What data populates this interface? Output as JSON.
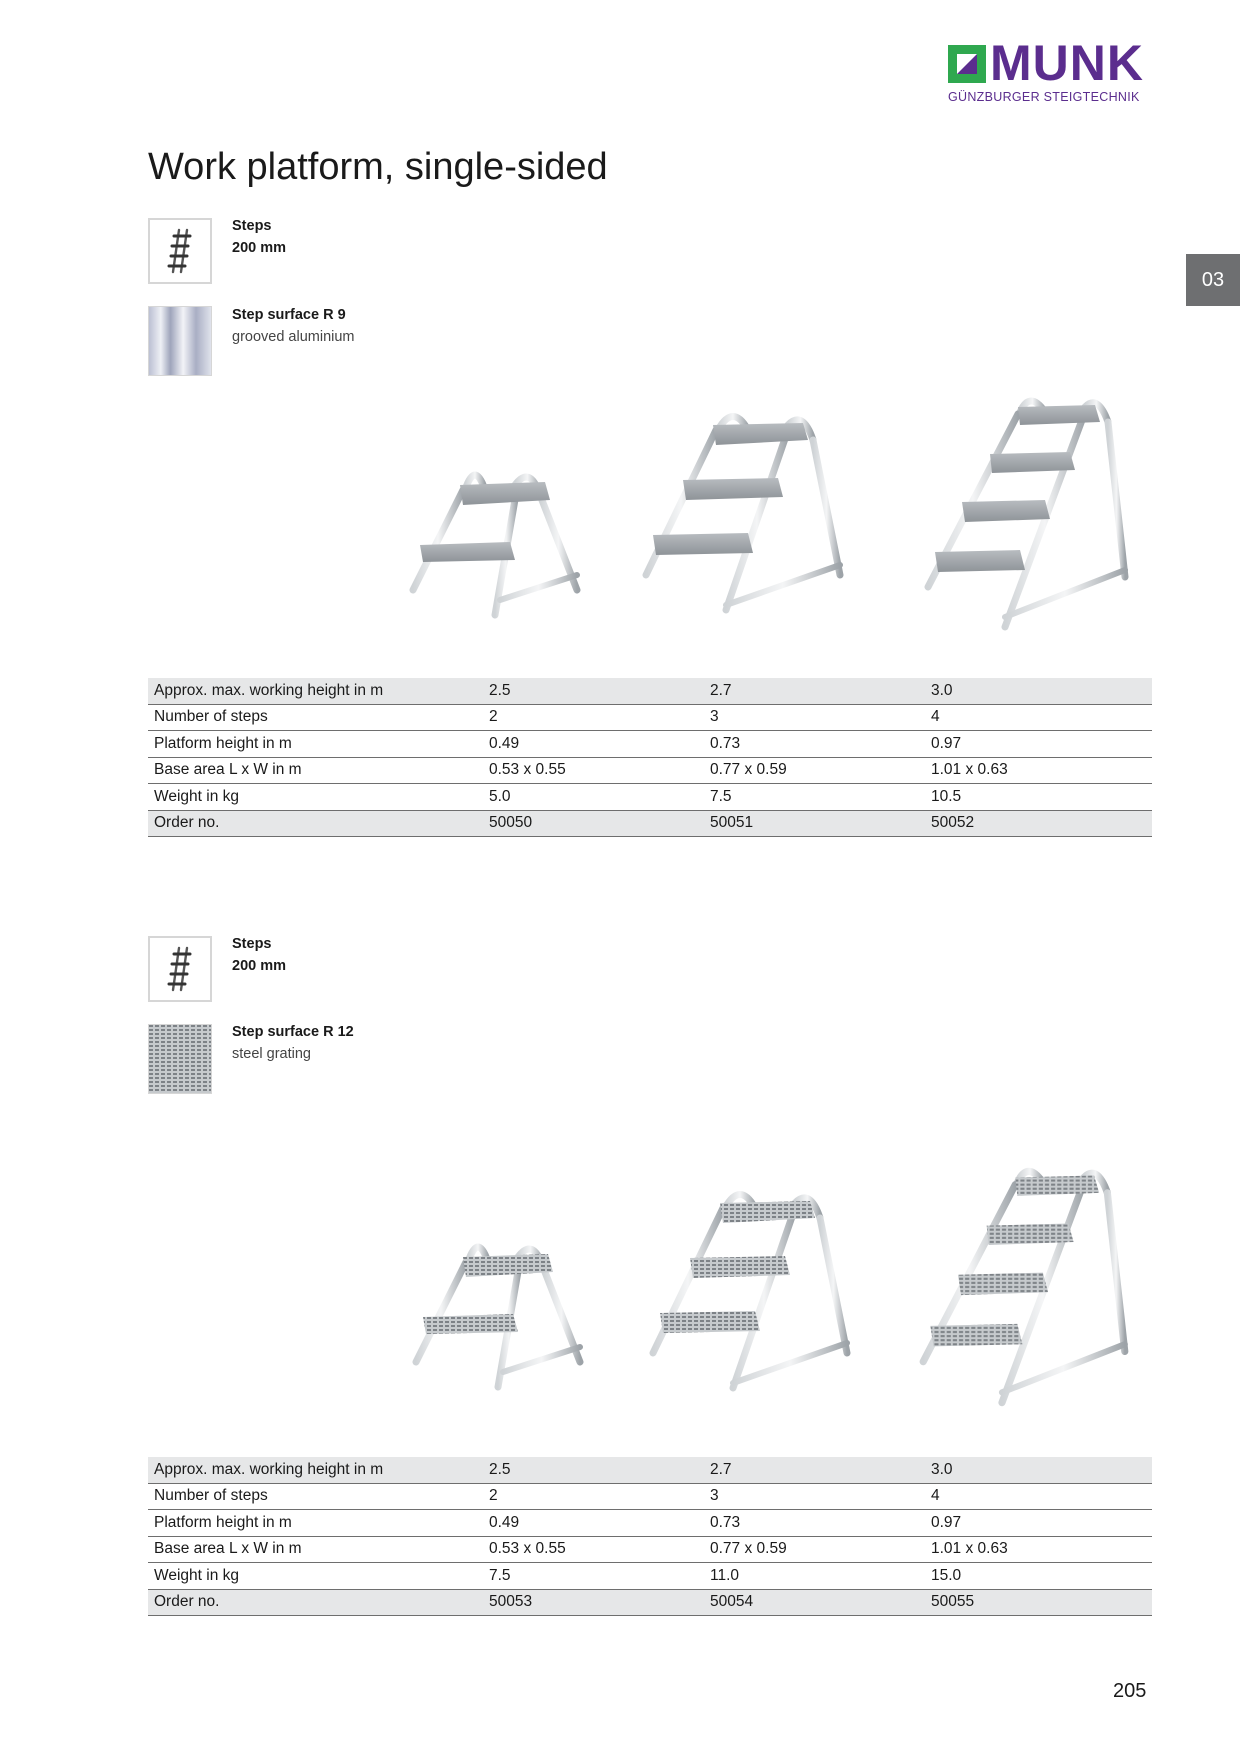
{
  "brand": {
    "name": "MUNK",
    "tagline": "GÜNZBURGER STEIGTECHNIK",
    "colors": {
      "purple": "#5b2d8e",
      "green": "#2fa84f"
    }
  },
  "chapter_tab": "03",
  "page_title": "Work platform, single-sided",
  "sections": [
    {
      "features": [
        {
          "icon": "steps-icon",
          "title": "Steps",
          "subtitle": "200 mm"
        },
        {
          "icon": "grooved-aluminium-icon",
          "title": "Step surface R 9",
          "subtitle": "grooved aluminium"
        }
      ],
      "table": {
        "rows": [
          {
            "label": "Approx. max. working height in m",
            "values": [
              "2.5",
              "2.7",
              "3.0"
            ]
          },
          {
            "label": "Number of steps",
            "values": [
              "2",
              "3",
              "4"
            ]
          },
          {
            "label": "Platform height in m",
            "values": [
              "0.49",
              "0.73",
              "0.97"
            ]
          },
          {
            "label": "Base area L x W in m",
            "values": [
              "0.53 x 0.55",
              "0.77 x 0.59",
              "1.01 x 0.63"
            ]
          },
          {
            "label": "Weight in kg",
            "values": [
              "5.0",
              "7.5",
              "10.5"
            ]
          },
          {
            "label": "Order no.",
            "values": [
              "50050",
              "50051",
              "50052"
            ]
          }
        ]
      }
    },
    {
      "features": [
        {
          "icon": "steps-icon",
          "title": "Steps",
          "subtitle": "200 mm"
        },
        {
          "icon": "steel-grating-icon",
          "title": "Step surface R 12",
          "subtitle": "steel grating"
        }
      ],
      "table": {
        "rows": [
          {
            "label": "Approx. max. working height in m",
            "values": [
              "2.5",
              "2.7",
              "3.0"
            ]
          },
          {
            "label": "Number of steps",
            "values": [
              "2",
              "3",
              "4"
            ]
          },
          {
            "label": "Platform height in m",
            "values": [
              "0.49",
              "0.73",
              "0.97"
            ]
          },
          {
            "label": "Base area L x W in m",
            "values": [
              "0.53 x 0.55",
              "0.77 x 0.59",
              "1.01 x 0.63"
            ]
          },
          {
            "label": "Weight in kg",
            "values": [
              "7.5",
              "11.0",
              "15.0"
            ]
          },
          {
            "label": "Order no.",
            "values": [
              "50053",
              "50054",
              "50055"
            ]
          }
        ]
      }
    }
  ],
  "page_number": "205"
}
